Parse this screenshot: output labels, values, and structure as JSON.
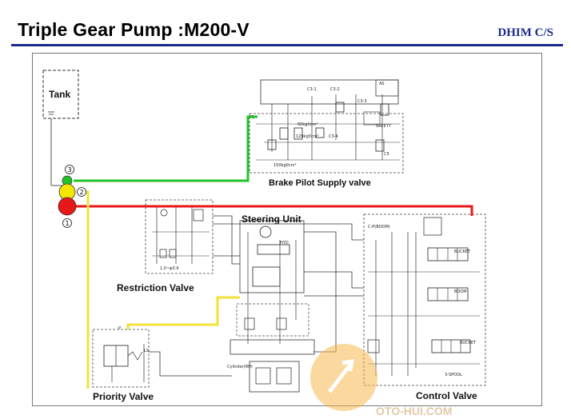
{
  "header": {
    "title": "Triple Gear Pump :M200-V",
    "brand": "DHIM C/S"
  },
  "diagram": {
    "labels": {
      "tank": "Tank",
      "brake": "Brake Pilot Supply valve",
      "steering": "Steering Unit",
      "restriction": "Restriction  Valve",
      "priority": "Priority Valve",
      "control": "Control Valve"
    },
    "pumps": {
      "p1": "1",
      "p2": "2",
      "p3": "3"
    },
    "colors": {
      "green_line": "#22c32a",
      "yellow_line": "#f2e23a",
      "red_line": "#e81818",
      "pump_red": "#e81818",
      "pump_yellow": "#f5e600",
      "pump_green": "#22c32a"
    }
  },
  "watermark": {
    "text": "OTO-HUI.COM"
  }
}
